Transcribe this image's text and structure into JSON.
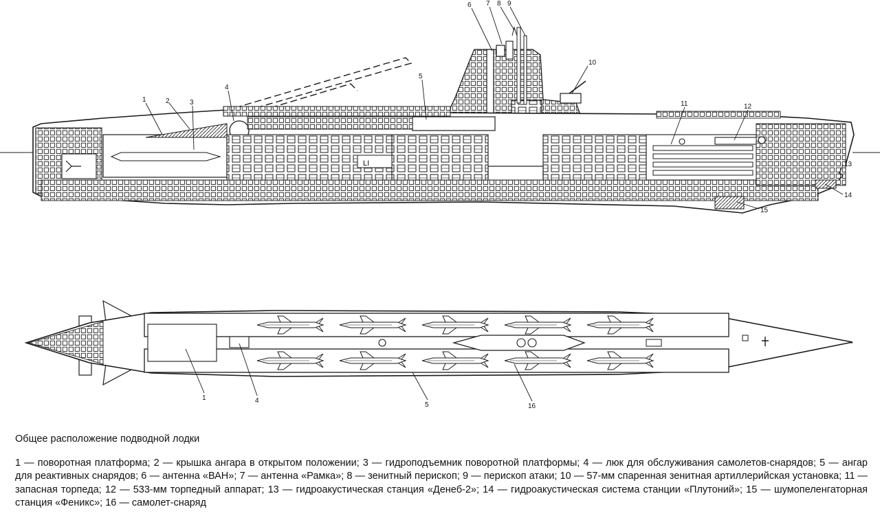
{
  "figure": {
    "callouts": {
      "n1": "1",
      "n2": "2",
      "n3": "3",
      "n4": "4",
      "n5": "5",
      "n6": "6",
      "n7": "7",
      "n8": "8",
      "n9": "9",
      "n10": "10",
      "n11": "11",
      "n12": "12",
      "n13": "13",
      "n14": "14",
      "n15": "15",
      "n16": "16"
    },
    "hangar_marking": "LI"
  },
  "caption": {
    "title": "Общее расположение подводной лодки",
    "legend": "1 — поворотная платформа; 2 — крышка ангара в открытом положении; 3 — гидроподъемник поворотной платформы; 4 — люк для обслуживания самолетов-снарядов; 5 — ангар для реактивных снарядов; 6 — антенна «ВАН»; 7 — антенна «Рамка»; 8 — зенитный перископ; 9 — перископ атаки; 10 — 57-мм спаренная зенитная артиллерийская установка; 11 — запасная торпеда; 12 — 533-мм торпедный аппарат; 13 — гидроакустическая станция «Денеб-2»; 14 — гидроакустическая система станции «Плутоний»; 15 — шумопеленгаторная станция «Феникс»; 16 — самолет-снаряд"
  }
}
